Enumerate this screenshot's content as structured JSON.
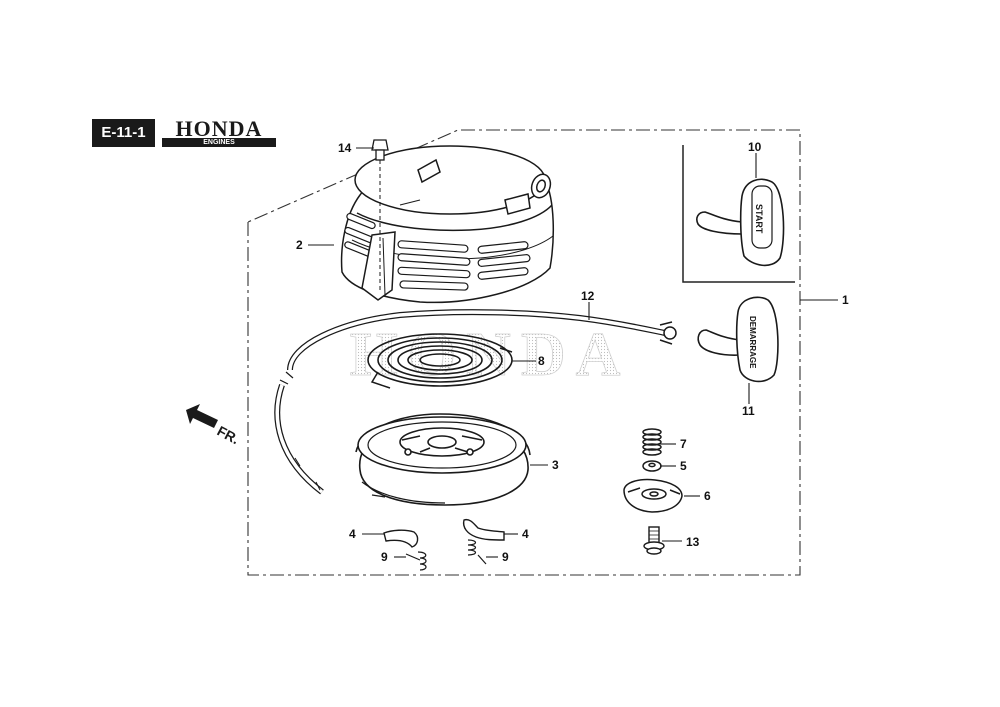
{
  "header": {
    "section_code": "E-11-1",
    "brand_name": "HONDA",
    "brand_sub": "ENGINES"
  },
  "watermark": "HONDA",
  "direction_label": "FR.",
  "handle_labels": {
    "start": "START",
    "demarrage": "DEMARRAGE"
  },
  "callouts": [
    "1",
    "2",
    "3",
    "4",
    "4",
    "5",
    "6",
    "7",
    "8",
    "9",
    "9",
    "10",
    "11",
    "12",
    "13",
    "14"
  ],
  "colors": {
    "line": "#1a1a1a",
    "badge": "#1a1a1a",
    "shade": "#cccccc"
  }
}
